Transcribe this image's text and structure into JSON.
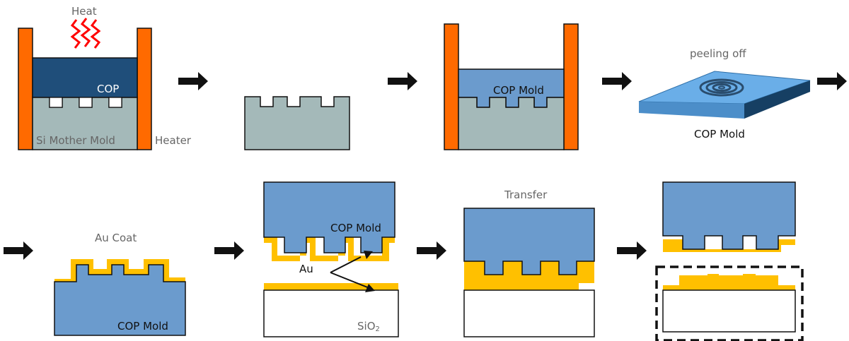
{
  "labels": {
    "heat": "Heat",
    "cop": "COP",
    "si_mother_mold": "Si Mother Mold",
    "heater": "Heater",
    "cop_mold_press": "COP  Mold",
    "peeling_off": "peeling off",
    "cop_mold_peeled": "COP Mold",
    "au_coat": "Au Coat",
    "cop_mold_coated": "COP Mold",
    "cop_mold_aligned": "COP Mold",
    "au": "Au",
    "sio2_main": "SiO",
    "sio2_sub": "2",
    "transfer": "Transfer"
  },
  "colors": {
    "heater": "#ff6a00",
    "cop_dark": "#1f4e7a",
    "cop_mold": "#6b9bcd",
    "si_mold": "#a4b9b9",
    "gold": "#ffc000",
    "heat_wave": "#ff0000",
    "plate_top": "#6aaee8",
    "plate_side": "#2e6fa8",
    "outline": "#111111"
  }
}
